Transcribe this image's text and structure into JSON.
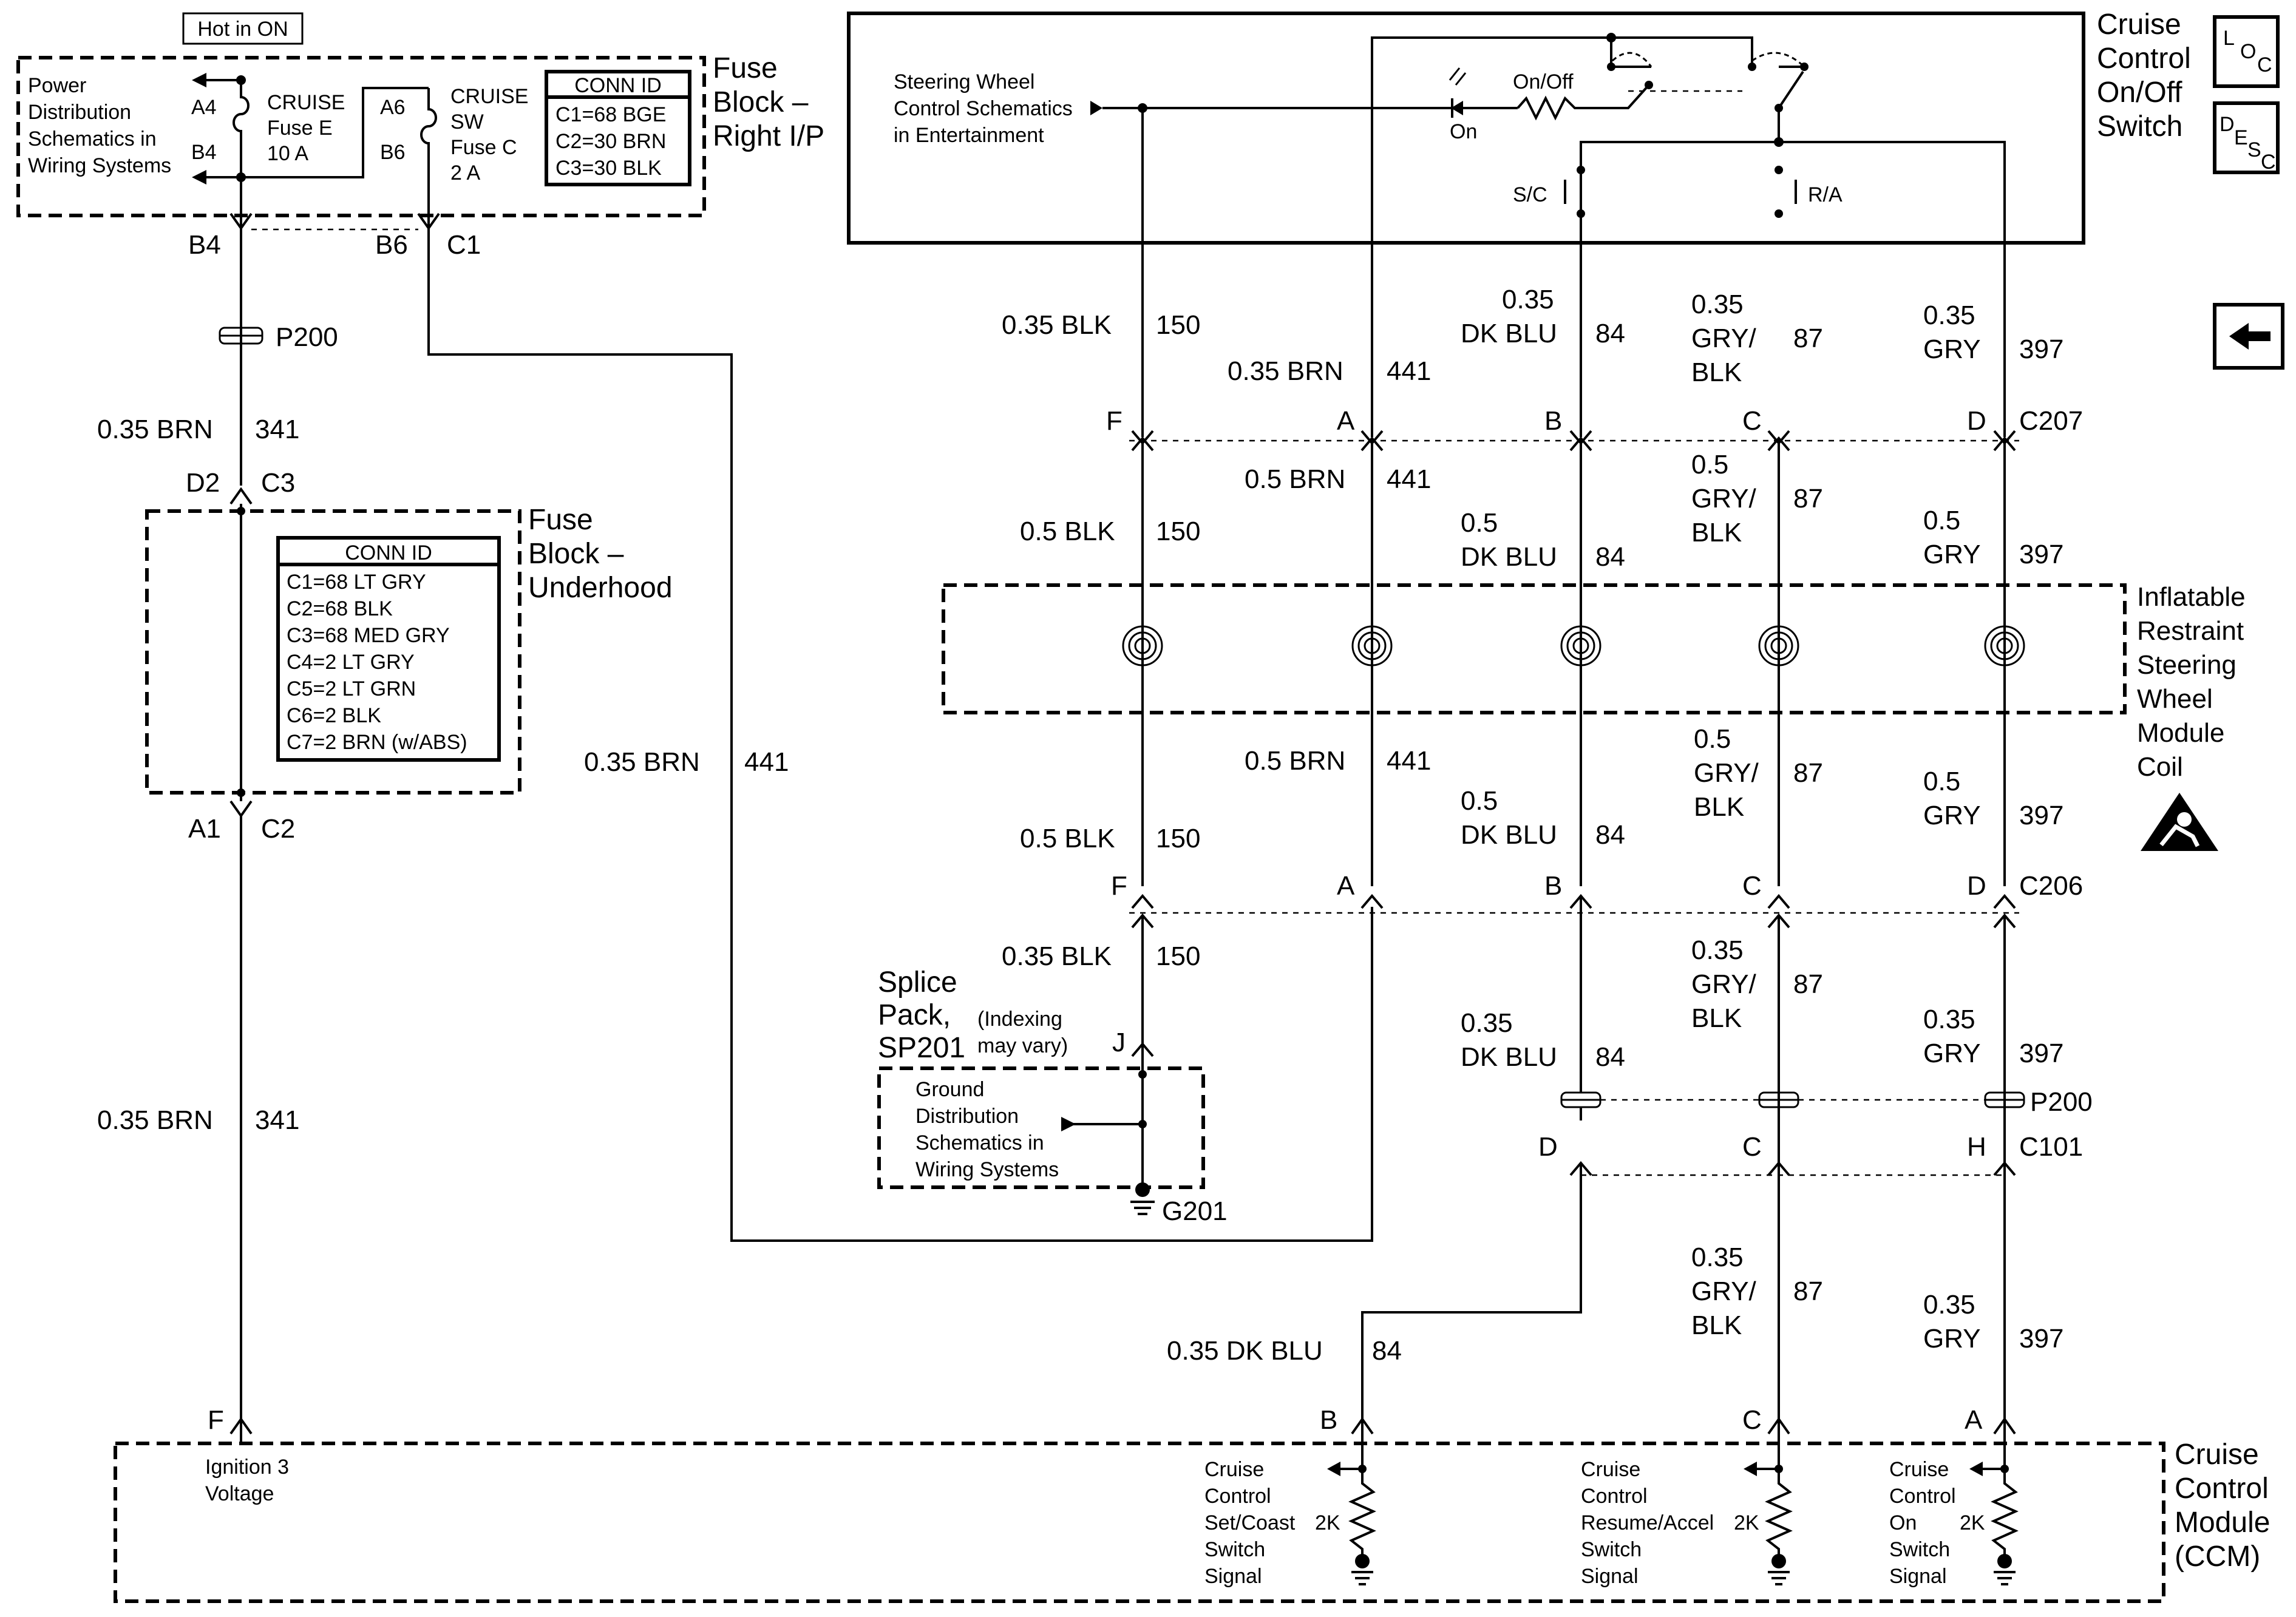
{
  "power": {
    "hot_label": "Hot in ON",
    "power_dist": [
      "Power",
      "Distribution",
      "Schematics in",
      "Wiring Systems"
    ],
    "fuse_block_ip": [
      "Fuse",
      "Block –",
      "Right I/P"
    ],
    "fuse_e": [
      "CRUISE",
      "Fuse E",
      "10 A"
    ],
    "fuse_c": [
      "CRUISE",
      "SW",
      "Fuse C",
      "2 A"
    ],
    "pin_a4": "A4",
    "pin_b4_in": "B4",
    "pin_a6": "A6",
    "pin_b6_in": "B6",
    "conn_ip_title": "CONN ID",
    "conn_ip": [
      "C1=68 BGE",
      "C2=30 BRN",
      "C3=30 BLK"
    ],
    "b4": "B4",
    "b6": "B6",
    "c1": "C1",
    "p200": "P200",
    "wire_341": [
      "0.35 BRN",
      "341"
    ],
    "d2": "D2",
    "c3": "C3",
    "fuse_block_uh": [
      "Fuse",
      "Block –",
      "Underhood"
    ],
    "conn_uh_title": "CONN ID",
    "conn_uh": [
      "C1=68 LT GRY",
      "C2=68 BLK",
      "C3=68 MED GRY",
      "C4=2 LT GRY",
      "C5=2 LT GRN",
      "C6=2 BLK",
      "C7=2 BRN (w/ABS)"
    ],
    "a1": "A1",
    "c2": "C2",
    "wire_341b": [
      "0.35 BRN",
      "341"
    ],
    "wire_441_long": [
      "0.35 BRN",
      "441"
    ],
    "f_ccm": "F"
  },
  "switch": {
    "steering_ref": [
      "Steering Wheel",
      "Control Schematics",
      "in Entertainment"
    ],
    "onoff": "On/Off",
    "on": "On",
    "sc": "S/C",
    "ra": "R/A",
    "title": [
      "Cruise",
      "Control",
      "On/Off",
      "Switch"
    ],
    "loc_icon": [
      "L",
      "O",
      "C"
    ],
    "desc_icon": [
      "D",
      "E",
      "S",
      "C"
    ]
  },
  "c207": {
    "row1": [
      [
        "0.35 BLK",
        "150"
      ],
      [
        "0.35 BRN",
        "441"
      ],
      [
        "0.35",
        "DK BLU",
        "84"
      ],
      [
        "0.35",
        "GRY/",
        "BLK",
        "87"
      ],
      [
        "0.35",
        "GRY",
        "397"
      ]
    ],
    "pins": [
      "F",
      "A",
      "B",
      "C",
      "D"
    ],
    "name": "C207",
    "row2": [
      [
        "0.5 BLK",
        "150"
      ],
      [
        "0.5 BRN",
        "441"
      ],
      [
        "0.5",
        "DK BLU",
        "84"
      ],
      [
        "0.5",
        "GRY/",
        "BLK",
        "87"
      ],
      [
        "0.5",
        "GRY",
        "397"
      ]
    ]
  },
  "coil": {
    "title": [
      "Inflatable",
      "Restraint",
      "Steering",
      "Wheel",
      "Module",
      "Coil"
    ]
  },
  "c206": {
    "row1": [
      [
        "0.5 BLK",
        "150"
      ],
      [
        "0.5 BRN",
        "441"
      ],
      [
        "0.5",
        "DK BLU",
        "84"
      ],
      [
        "0.5",
        "GRY/",
        "BLK",
        "87"
      ],
      [
        "0.5",
        "GRY",
        "397"
      ]
    ],
    "pins": [
      "F",
      "A",
      "B",
      "C",
      "D"
    ],
    "name": "C206",
    "row2": [
      [
        "0.35 BLK",
        "150"
      ],
      [
        "0.35",
        "DK BLU",
        "84"
      ],
      [
        "0.35",
        "GRY/",
        "BLK",
        "87"
      ],
      [
        "0.35",
        "GRY",
        "397"
      ]
    ]
  },
  "splice": {
    "title": [
      "Splice",
      "Pack,",
      "SP201"
    ],
    "indexing": [
      "(Indexing",
      "may vary)"
    ],
    "pin": "J",
    "ground_ref": [
      "Ground",
      "Distribution",
      "Schematics in",
      "Wiring Systems"
    ],
    "ground": "G201"
  },
  "c101": {
    "p200": "P200",
    "pins": [
      "D",
      "C",
      "H"
    ],
    "name": "C101",
    "row": [
      [
        "0.35 DK BLU",
        "84"
      ],
      [
        "0.35",
        "GRY/",
        "BLK",
        "87"
      ],
      [
        "0.35",
        "GRY",
        "397"
      ]
    ]
  },
  "ccm": {
    "pins": [
      "B",
      "C",
      "A"
    ],
    "ignition": [
      "Ignition 3",
      "Voltage"
    ],
    "setcoast": [
      "Cruise",
      "Control",
      "Set/Coast",
      "Switch",
      "Signal"
    ],
    "resume": [
      "Cruise",
      "Control",
      "Resume/Accel",
      "Switch",
      "Signal"
    ],
    "on": [
      "Cruise",
      "Control",
      "On",
      "Switch",
      "Signal"
    ],
    "res": "2K",
    "title": [
      "Cruise",
      "Control",
      "Module",
      "(CCM)"
    ]
  }
}
